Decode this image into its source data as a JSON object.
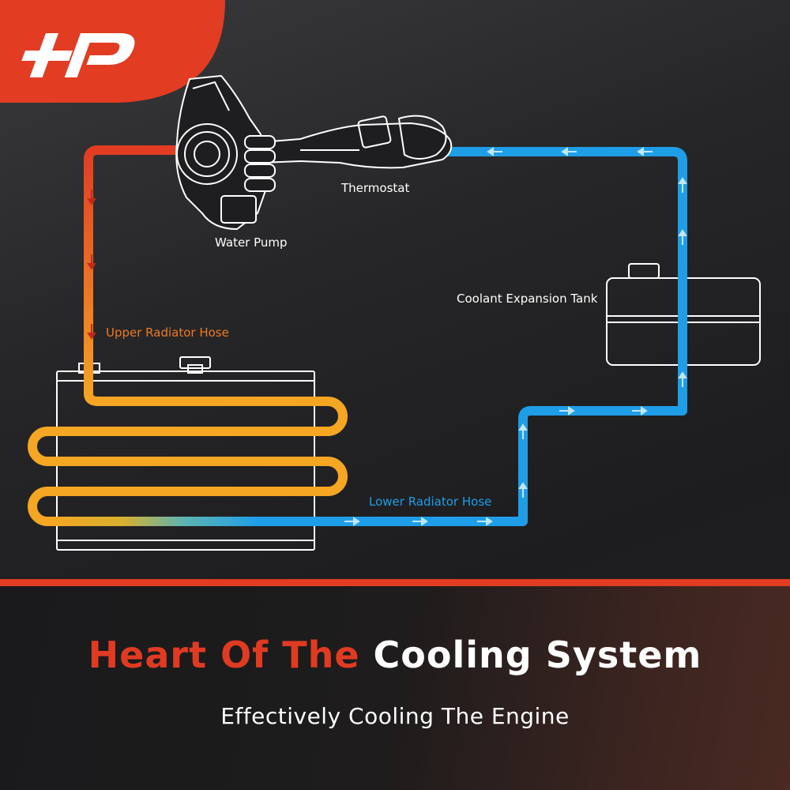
{
  "colors": {
    "hot": "#e23c23",
    "warm": "#f5a623",
    "cool": "#1f9ee8",
    "accent": "#e03b22",
    "text": "#ffffff"
  },
  "logo": {
    "icon": "app-logo-icon"
  },
  "labels": {
    "water_pump": "Water Pump",
    "thermostat": "Thermostat",
    "coolant_tank": "Coolant Expansion Tank",
    "upper_hose": "Upper Radiator Hose",
    "lower_hose": "Lower Radiator Hose"
  },
  "headline": {
    "part1": "Heart Of The",
    "part2": "Cooling System"
  },
  "subtitle": "Effectively Cooling The Engine"
}
